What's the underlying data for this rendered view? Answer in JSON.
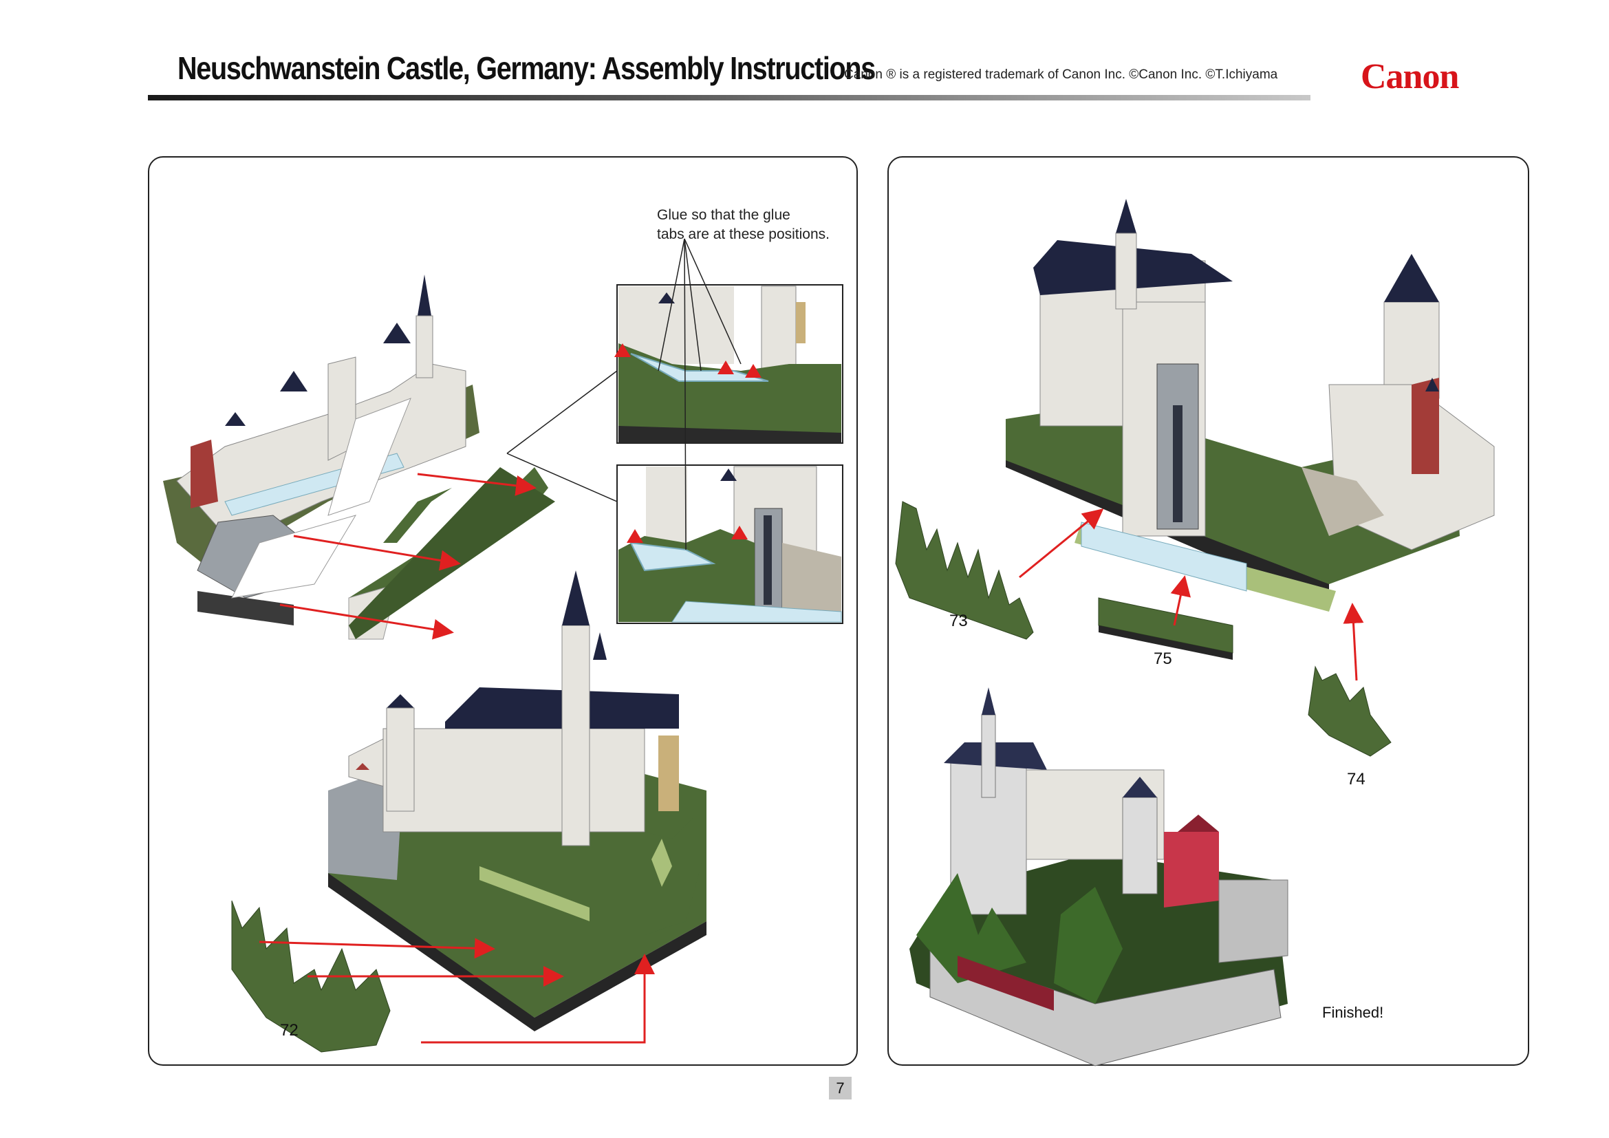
{
  "header": {
    "title": "Neuschwanstein Castle, Germany: Assembly Instructions",
    "trademark_note": "Canon ® is a registered trademark of Canon Inc. ©Canon Inc. ©T.Ichiyama",
    "logo_text": "Canon"
  },
  "left_panel": {
    "callout_text_line1": "Glue so that the glue",
    "callout_text_line2": "tabs are at these positions.",
    "part_label": "72"
  },
  "right_panel": {
    "part_labels": [
      "73",
      "75",
      "74"
    ],
    "finished_label": "Finished!"
  },
  "footer": {
    "page_number": "7"
  },
  "colors": {
    "accent_red": "#d7141a",
    "grass_green": "#4d6b36",
    "arrow_red": "#e02020",
    "glue_tab_blue": "#cfe8f2"
  }
}
